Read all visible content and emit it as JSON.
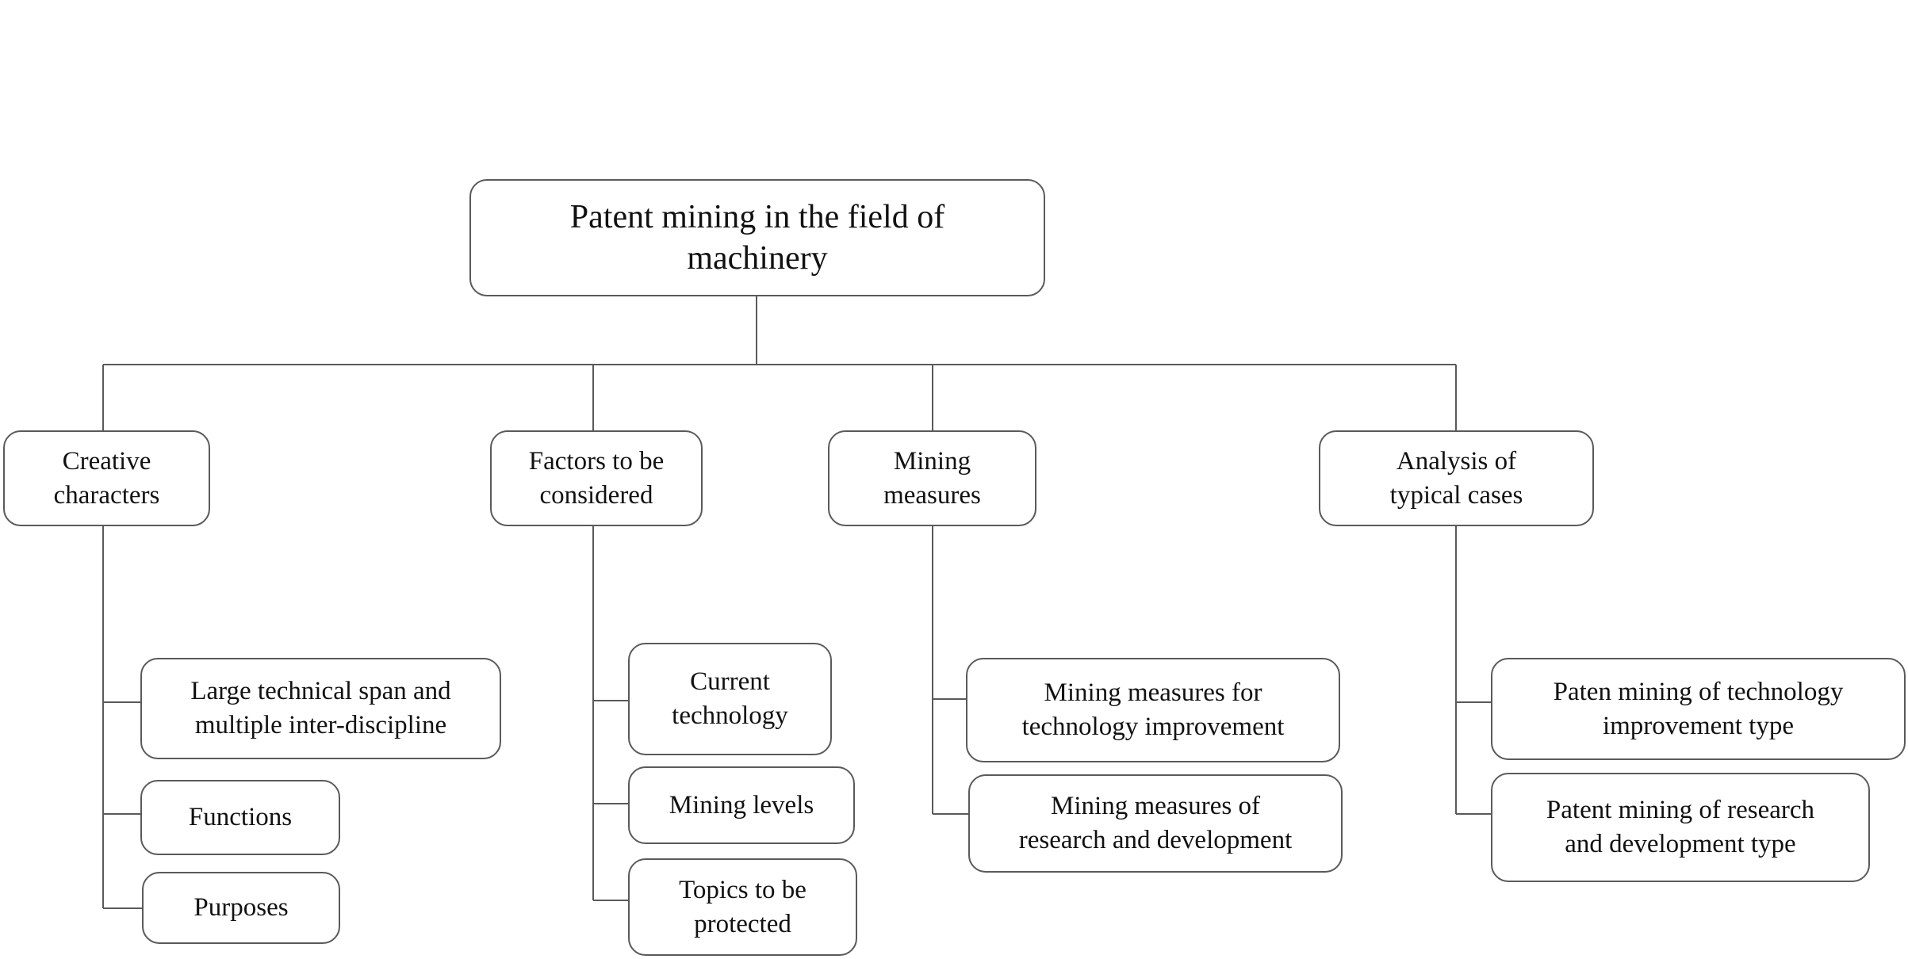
{
  "root": {
    "label": "Patent mining in the field of\nmachinery"
  },
  "categories": [
    {
      "label": "Creative\ncharacters",
      "children": [
        "Large technical span and\nmultiple inter-discipline",
        "Functions",
        "Purposes"
      ]
    },
    {
      "label": "Factors to be\nconsidered",
      "children": [
        "Current\ntechnology",
        "Mining levels",
        "Topics to be\nprotected"
      ]
    },
    {
      "label": "Mining\nmeasures",
      "children": [
        "Mining measures for\ntechnology improvement",
        "Mining measures of\nresearch and development"
      ]
    },
    {
      "label": "Analysis of\ntypical cases",
      "children": [
        "Paten mining of technology\nimprovement type",
        "Patent mining of research\nand development type"
      ]
    }
  ]
}
